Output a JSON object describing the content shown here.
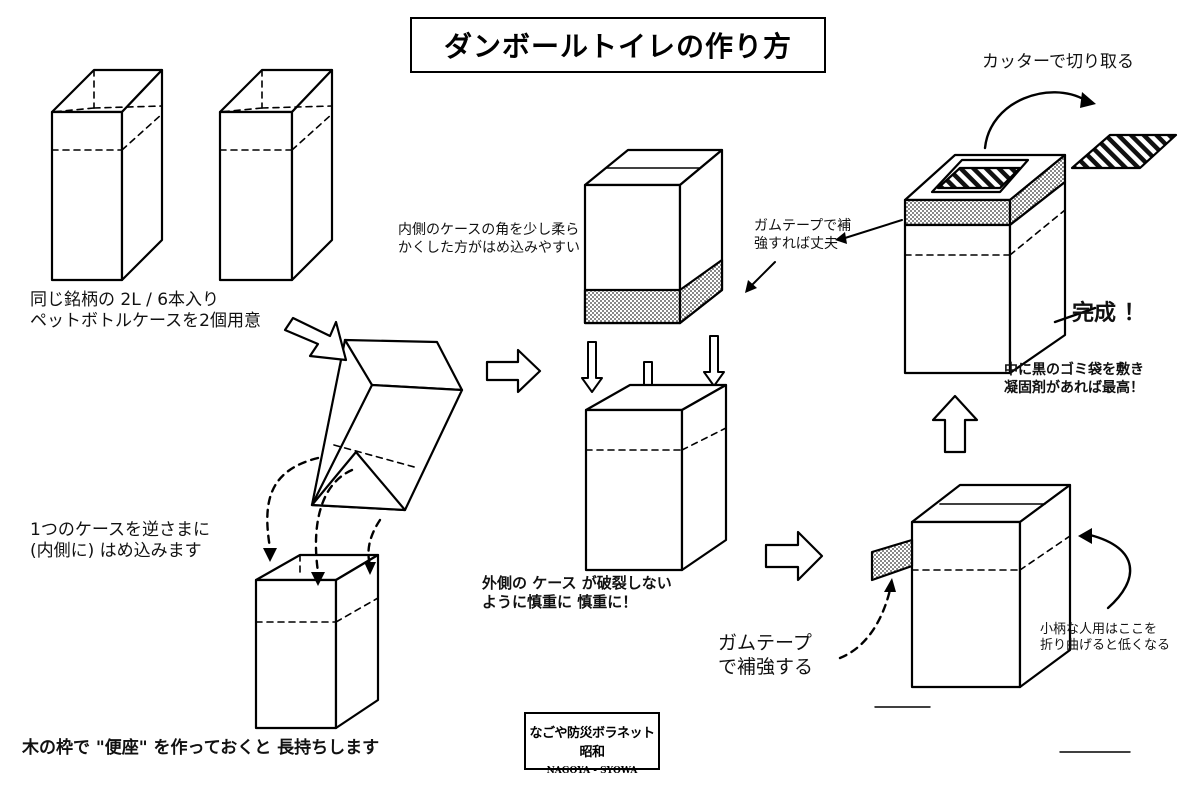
{
  "title": "ダンボールトイレの作り方",
  "notes": {
    "prepare": "同じ銘柄の 2L / 6本入り\nペットボトルケースを2個用意",
    "invert": "1つのケースを逆さまに\n(内側に) はめ込みます",
    "seat": "木の枠で \"便座\" を作っておくと 長持ちします",
    "soften": "内側のケースの角を少し柔ら\nかくした方がはめ込みやすい",
    "careful": "外側の ケース が破裂しない\nように慎重に 慎重に！",
    "tape_reinforce": "ガムテープ\nで補強する",
    "tape_strong": "ガムテープで補\n強すれば丈夫",
    "cut": "カッターで切り取る",
    "complete": "完成 ！",
    "bag": "中に黒のゴミ袋を敷き\n凝固剤があれば最高！",
    "small_person": "小柄な人用はここを\n折り曲げると低くなる"
  },
  "credit": {
    "name": "なごや防災ボラネット昭和",
    "romaji": "NAGOYA - SYOWA"
  }
}
